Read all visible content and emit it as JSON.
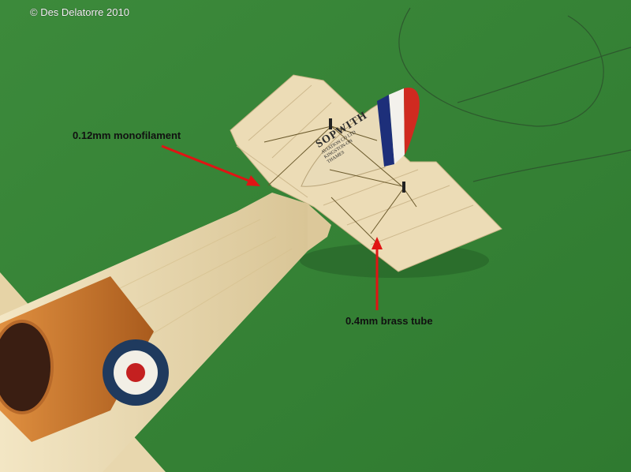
{
  "photo": {
    "copyright": "© Des Delatorre 2010",
    "labels": {
      "monofilament": "0.12mm monofilament",
      "brass_tube": "0.4mm brass tube"
    },
    "rudder": {
      "brand": "SOPWITH",
      "small_lines": [
        "AVIATION CO LTD",
        "KINGSTON-ON",
        "THAMES"
      ]
    },
    "colors": {
      "background_green": "#3f8a3c",
      "arrow_red": "#e01414",
      "fuselage_wood": "#ead9b0",
      "cowl_orange": "#c8772a",
      "roundel_blue": "#1f3a5e",
      "roundel_red": "#c42020"
    }
  }
}
